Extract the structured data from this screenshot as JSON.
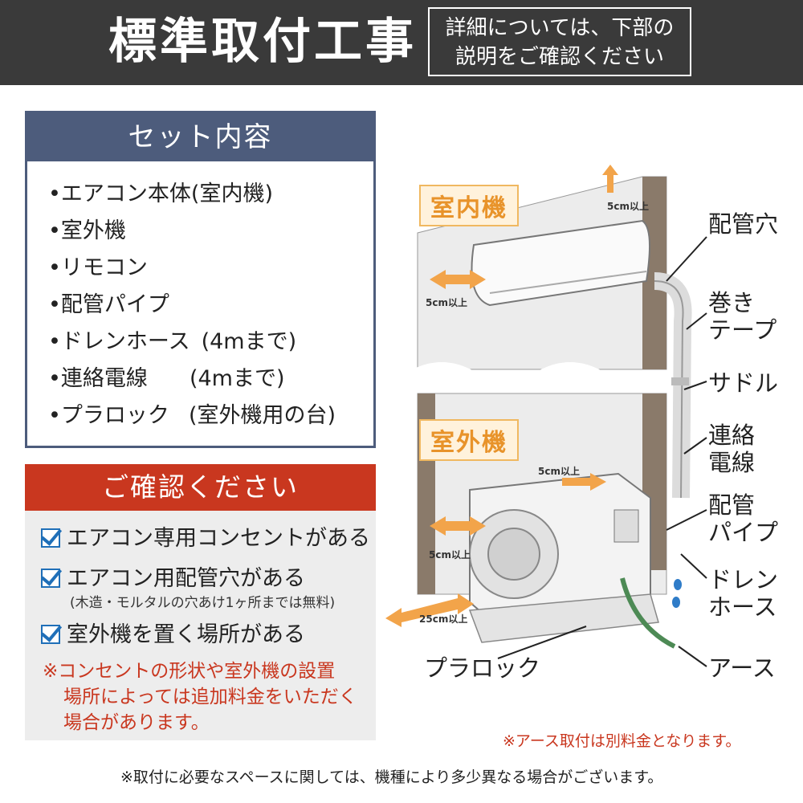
{
  "header": {
    "title": "標準取付工事",
    "note_line1": "詳細については、下部の",
    "note_line2": "説明をご確認ください"
  },
  "set_contents": {
    "title": "セット内容",
    "items": [
      {
        "label": "•エアコン本体(室内機)",
        "extra": ""
      },
      {
        "label": "•室外機",
        "extra": ""
      },
      {
        "label": "•リモコン",
        "extra": ""
      },
      {
        "label": "•配管パイプ",
        "extra": ""
      },
      {
        "label": "•ドレンホース",
        "extra": "(4mまで)"
      },
      {
        "label": "•連絡電線",
        "extra": "(4mまで)"
      },
      {
        "label": "•プラロック",
        "extra": "(室外機用の台)"
      }
    ]
  },
  "confirm": {
    "title": "ご確認ください",
    "checks": [
      "エアコン専用コンセントがある",
      "エアコン用配管穴がある",
      "室外機を置く場所がある"
    ],
    "check2_sub": "(木造・モルタルの穴あけ1ヶ所までは無料)",
    "note_line1": "※コンセントの形状や室外機の設置",
    "note_line2": "場所によっては追加料金をいただく",
    "note_line3": "場合があります。"
  },
  "diagram": {
    "indoor_badge": "室内機",
    "outdoor_badge": "室外機",
    "dim_top": "5cm以上",
    "dim_indoor_side": "5cm以上",
    "dim_outdoor_top": "5cm以上",
    "dim_outdoor_side": "5cm以上",
    "dim_front": "25cm以上",
    "labels": {
      "pipe_hole": "配管穴",
      "tape_1": "巻き",
      "tape_2": "テープ",
      "saddle": "サドル",
      "wire_1": "連絡",
      "wire_2": "電線",
      "pipe_1": "配管",
      "pipe_2": "パイプ",
      "drain_1": "ドレン",
      "drain_2": "ホース",
      "earth": "アース",
      "plarock": "プラロック"
    }
  },
  "footnotes": {
    "earth_fee": "※アース取付は別料金となります。",
    "space_note": "※取付に必要なスペースに関しては、機種により多少異なる場合がございます。"
  }
}
